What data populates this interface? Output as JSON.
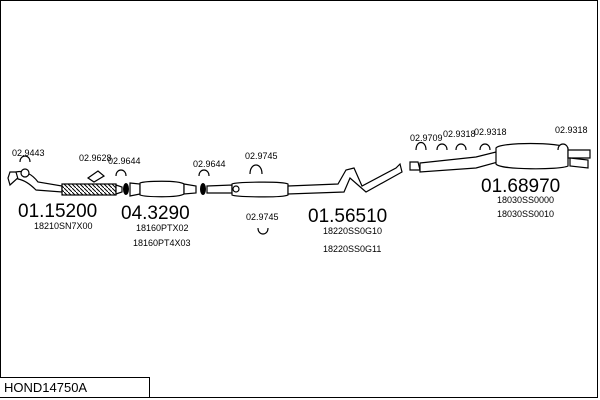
{
  "diagram_code": "HOND14750A",
  "sections": [
    {
      "id": "front-pipe",
      "part_number": "01.15200",
      "oem_refs": [
        "18210SN7X00"
      ],
      "clips": [
        "02.9443",
        "02.9628"
      ]
    },
    {
      "id": "catalyst",
      "part_number": "04.3290",
      "oem_refs": [
        "18160PTX02",
        "18160PT4X03"
      ],
      "clips": [
        "02.9644",
        "02.9644"
      ]
    },
    {
      "id": "middle-silencer",
      "part_number": "01.56510",
      "oem_refs": [
        "18220SS0G10",
        "18220SS0G11"
      ],
      "clips": [
        "02.9745",
        "02.9745"
      ]
    },
    {
      "id": "rear-silencer",
      "part_number": "01.68970",
      "oem_refs": [
        "18030SS0000",
        "18030SS0010"
      ],
      "clips": [
        "02.9709",
        "02.9318",
        "02.9318",
        "02.9318"
      ]
    }
  ]
}
